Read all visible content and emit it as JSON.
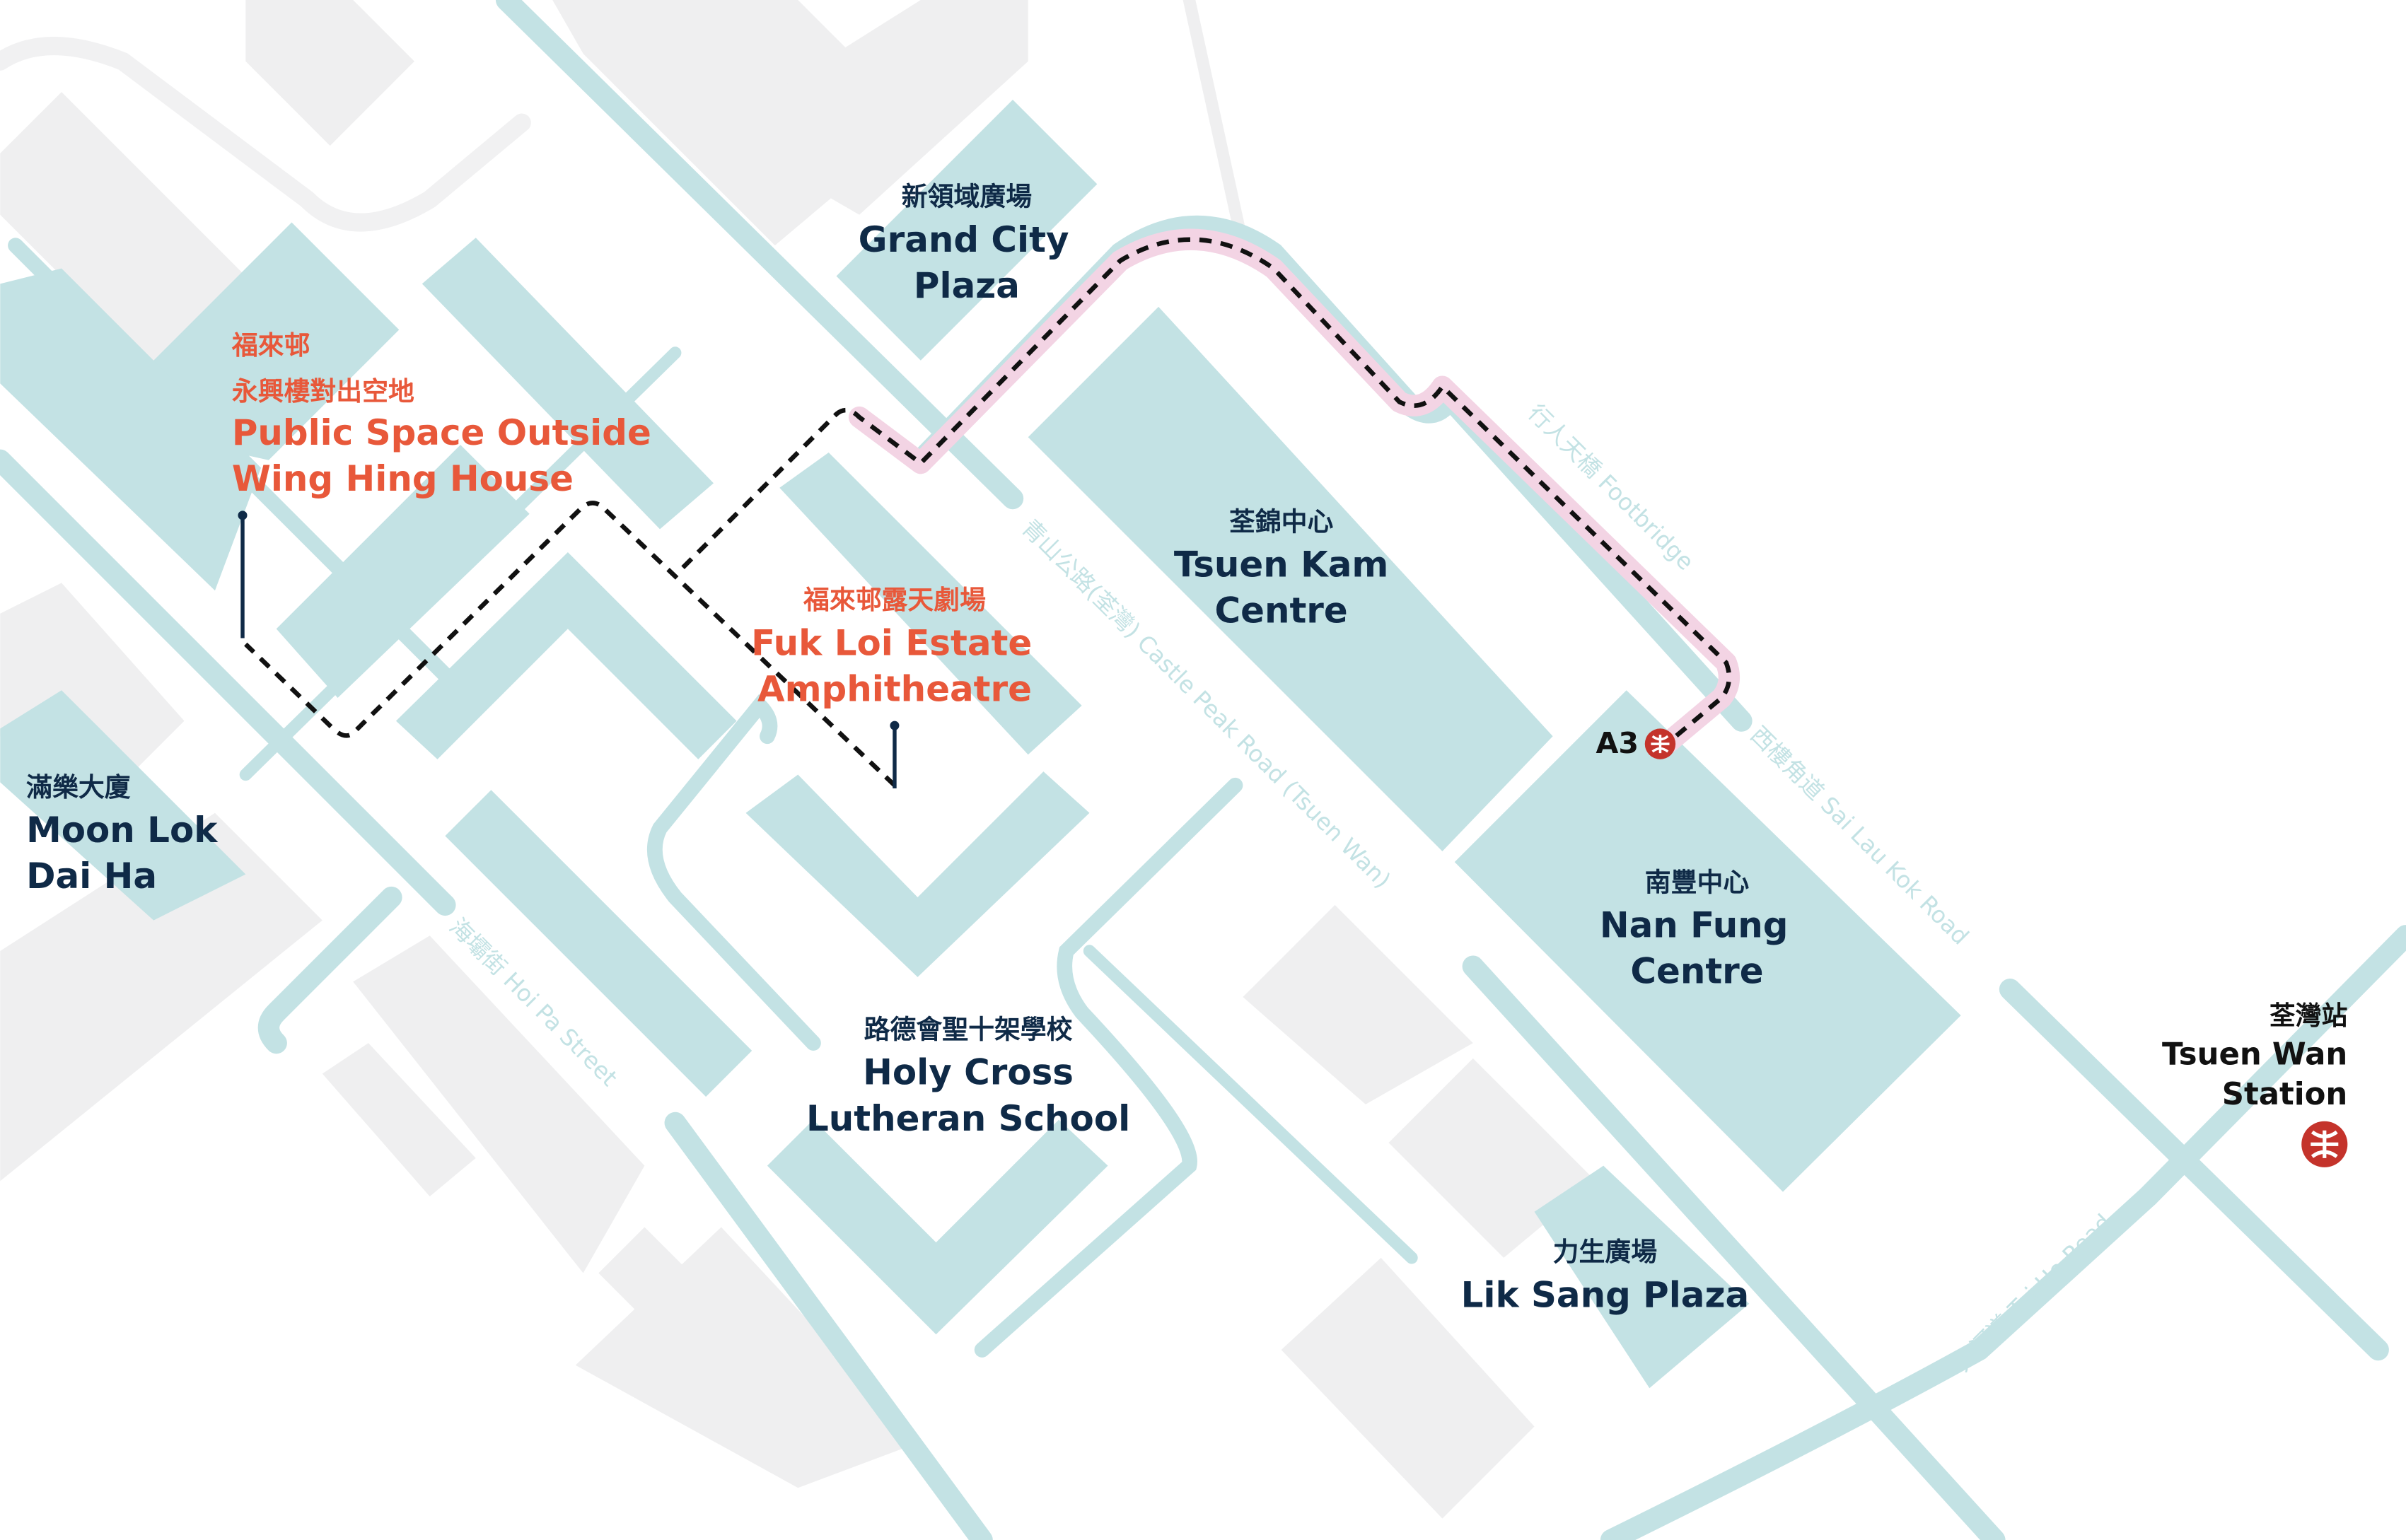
{
  "colors": {
    "block": "#c3e2e4",
    "grey_block": "#efeff0",
    "label": "#0f2a47",
    "venue": "#e8583a",
    "route_highlight": "#f3d4e4",
    "mtr": "#c4332b"
  },
  "landmarks": {
    "grand_city": {
      "zh": "新領域廣場",
      "en1": "Grand City",
      "en2": "Plaza"
    },
    "tsuen_kam": {
      "zh": "荃錦中心",
      "en1": "Tsuen Kam",
      "en2": "Centre"
    },
    "nan_fung": {
      "zh": "南豐中心",
      "en1": "Nan Fung",
      "en2": "Centre"
    },
    "moon_lok": {
      "zh": "滿樂大廈",
      "en1": "Moon Lok",
      "en2": "Dai Ha"
    },
    "holy_cross": {
      "zh": "路德會聖十架學校",
      "en1": "Holy Cross",
      "en2": "Lutheran School"
    },
    "lik_sang": {
      "zh": "力生廣場",
      "en1": "Lik Sang Plaza"
    },
    "tsuen_wan_station": {
      "zh": "荃灣站",
      "en1": "Tsuen Wan",
      "en2": "Station"
    }
  },
  "venues": {
    "wing_hing": {
      "zh1": "福來邨",
      "zh2": "永興樓對出空地",
      "en1": "Public Space Outside",
      "en2": "Wing Hing House"
    },
    "amphitheatre": {
      "zh": "福來邨露天劇場",
      "en1": "Fuk Loi Estate",
      "en2": "Amphitheatre"
    }
  },
  "exit": {
    "label": "A3",
    "icon": "mtr-logo-icon"
  },
  "roads": {
    "footbridge": "行人天橋 Footbridge",
    "castle_peak": "青山公路(荃灣) Castle Peak Road (Tsuen Wan)",
    "sai_lau_kok": "西樓角道 Sai Lau Kok Road",
    "hoi_pa": "海壩街 Hoi Pa Street",
    "tai_ho": "大河道 Tai Ho Road"
  }
}
